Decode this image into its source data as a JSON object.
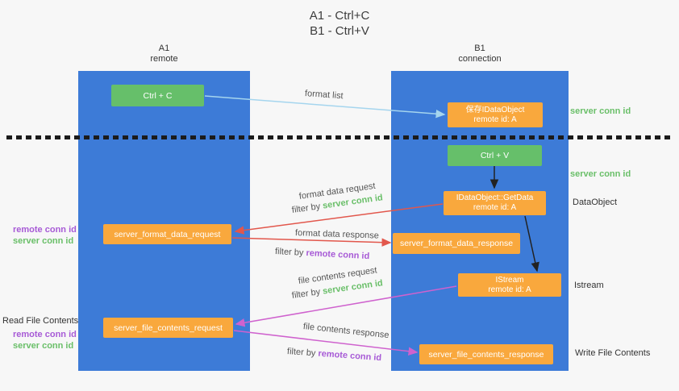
{
  "title": {
    "line1": "A1 - Ctrl+C",
    "line2": "B1 - Ctrl+V"
  },
  "lanes": {
    "left": {
      "name": "A1",
      "subtitle": "remote"
    },
    "right": {
      "name": "B1",
      "subtitle": "connection"
    }
  },
  "boxes": {
    "ctrl_c": {
      "label": "Ctrl + C"
    },
    "save_idataobject": {
      "line1": "保存IDataObject",
      "line2": "remote id: A"
    },
    "ctrl_v": {
      "label": "Ctrl + V"
    },
    "getdata": {
      "line1": "IDataObject::GetData",
      "line2": "remote id: A"
    },
    "format_request": {
      "label": "server_format_data_request"
    },
    "format_response": {
      "label": "server_format_data_response"
    },
    "istream": {
      "line1": "IStream",
      "line2": "remote id: A"
    },
    "file_request": {
      "label": "server_file_contents_request"
    },
    "file_response": {
      "label": "server_file_contents_response"
    }
  },
  "arrow_labels": {
    "format_list": "format list",
    "format_data_request": "format data request",
    "format_data_response": "format data response",
    "file_contents_request": "file contents request",
    "file_contents_response": "file contents response",
    "filter_by": "filter by",
    "server_conn_id": "server conn id",
    "remote_conn_id": "remote conn id"
  },
  "side_labels": {
    "server_conn_id_top": "server conn id",
    "server_conn_id_mid": "server conn id",
    "dataobject": "DataObject",
    "istream": "Istream",
    "write_file_contents": "Write File Contents",
    "read_file_contents": "Read File Contents",
    "left_remote_conn_id_1": "remote conn id",
    "left_server_conn_id_1": "server conn id",
    "left_remote_conn_id_2": "remote conn id",
    "left_server_conn_id_2": "server conn id"
  },
  "colors": {
    "lane_blue": "#3d7bd7",
    "box_green": "#66bf6a",
    "box_orange": "#f9a83d",
    "arrow_red": "#e2574c",
    "arrow_light_blue": "#a5d5ee",
    "arrow_magenta": "#cf62ce",
    "arrow_black": "#222222",
    "text_green": "#6abf69",
    "text_purple": "#a75ad6"
  }
}
